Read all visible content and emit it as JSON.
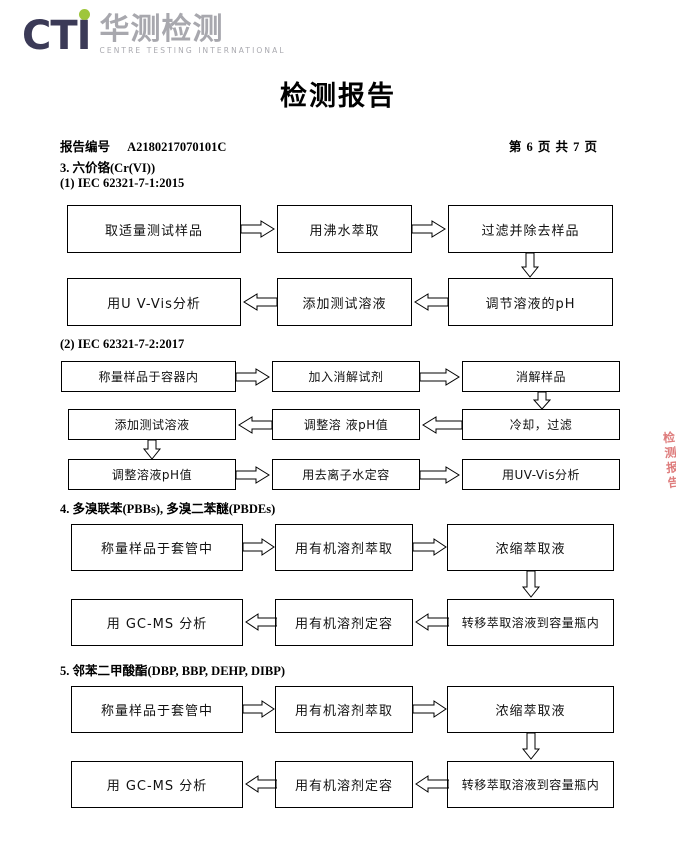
{
  "logo": {
    "acronym": "CTI",
    "chinese": "华测检测",
    "tagline": "CENTRE TESTING INTERNATIONAL",
    "acronym_color": "#3b3a57",
    "dot_color": "#9ec63b",
    "chinese_color": "#a8a8ae"
  },
  "header": {
    "title": "检测报告",
    "report_no_label": "报告编号",
    "report_no_value": "A2180217070101C",
    "pages": "第 6 页  共 7 页"
  },
  "watermark": {
    "text": "检测报告",
    "color": "#d24a4a"
  },
  "sections": [
    {
      "heading": "3. 六价铬(Cr(VI))",
      "subheading": "(1) IEC 62321-7-1:2015",
      "boxes": [
        "取适量测试样品",
        "用沸水萃取",
        "过滤并除去样品",
        "用U V-Vis分析",
        "添加测试溶液",
        "调节溶液的pH"
      ]
    },
    {
      "heading": "(2) IEC 62321-7-2:2017",
      "boxes": [
        "称量样品于容器内",
        "加入消解试剂",
        "消解样品",
        "添加测试溶液",
        "调整溶 液pH值",
        "冷却，过滤",
        "调整溶液pH值",
        "用去离子水定容",
        "用UV-Vis分析"
      ]
    },
    {
      "heading": "4. 多溴联苯(PBBs), 多溴二苯醚(PBDEs)",
      "boxes": [
        "称量样品于套管中",
        "用有机溶剂萃取",
        "浓缩萃取液",
        "用 GC-MS 分析",
        "用有机溶剂定容",
        "转移萃取溶液到容量瓶内"
      ]
    },
    {
      "heading": "5. 邻苯二甲酸酯(DBP, BBP, DEHP, DIBP)",
      "boxes": [
        "称量样品于套管中",
        "用有机溶剂萃取",
        "浓缩萃取液",
        "用 GC-MS 分析",
        "用有机溶剂定容",
        "转移萃取溶液到容量瓶内"
      ]
    }
  ]
}
